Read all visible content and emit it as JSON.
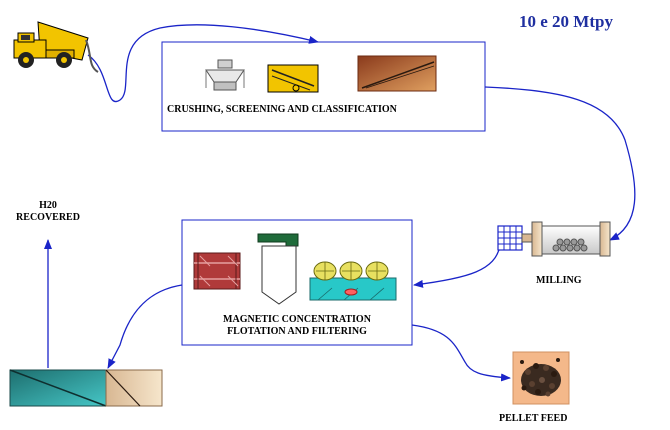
{
  "title": "10 e 20  Mtpy",
  "stages": {
    "crushing": {
      "label": "CRUSHING,  SCREENING AND CLASSIFICATION"
    },
    "milling": {
      "label": "MILLING"
    },
    "concentration": {
      "line1": "MAGNETIC CONCENTRATION",
      "line2": "FLOTATION AND FILTERING"
    },
    "water": {
      "line1": "H20",
      "line2": "RECOVERED"
    },
    "pellet": {
      "label": "PELLET FEED"
    }
  },
  "icons": [
    "dump-truck-icon",
    "crusher-icon",
    "screen-icon",
    "classifier-icon",
    "ball-mill-icon",
    "magnetic-separator-icon",
    "flotation-column-icon",
    "flotation-cells-icon",
    "thickener-icon",
    "pellet-pile-icon"
  ],
  "colors": {
    "flow_arrow": "#1a24c8",
    "title": "#1f2fa0",
    "truck": "#f2c400",
    "separator": "#b03a3a",
    "flotation_water": "#28c8c8",
    "thickener": "#2aa7a7",
    "pellet": "#f4b88a"
  }
}
